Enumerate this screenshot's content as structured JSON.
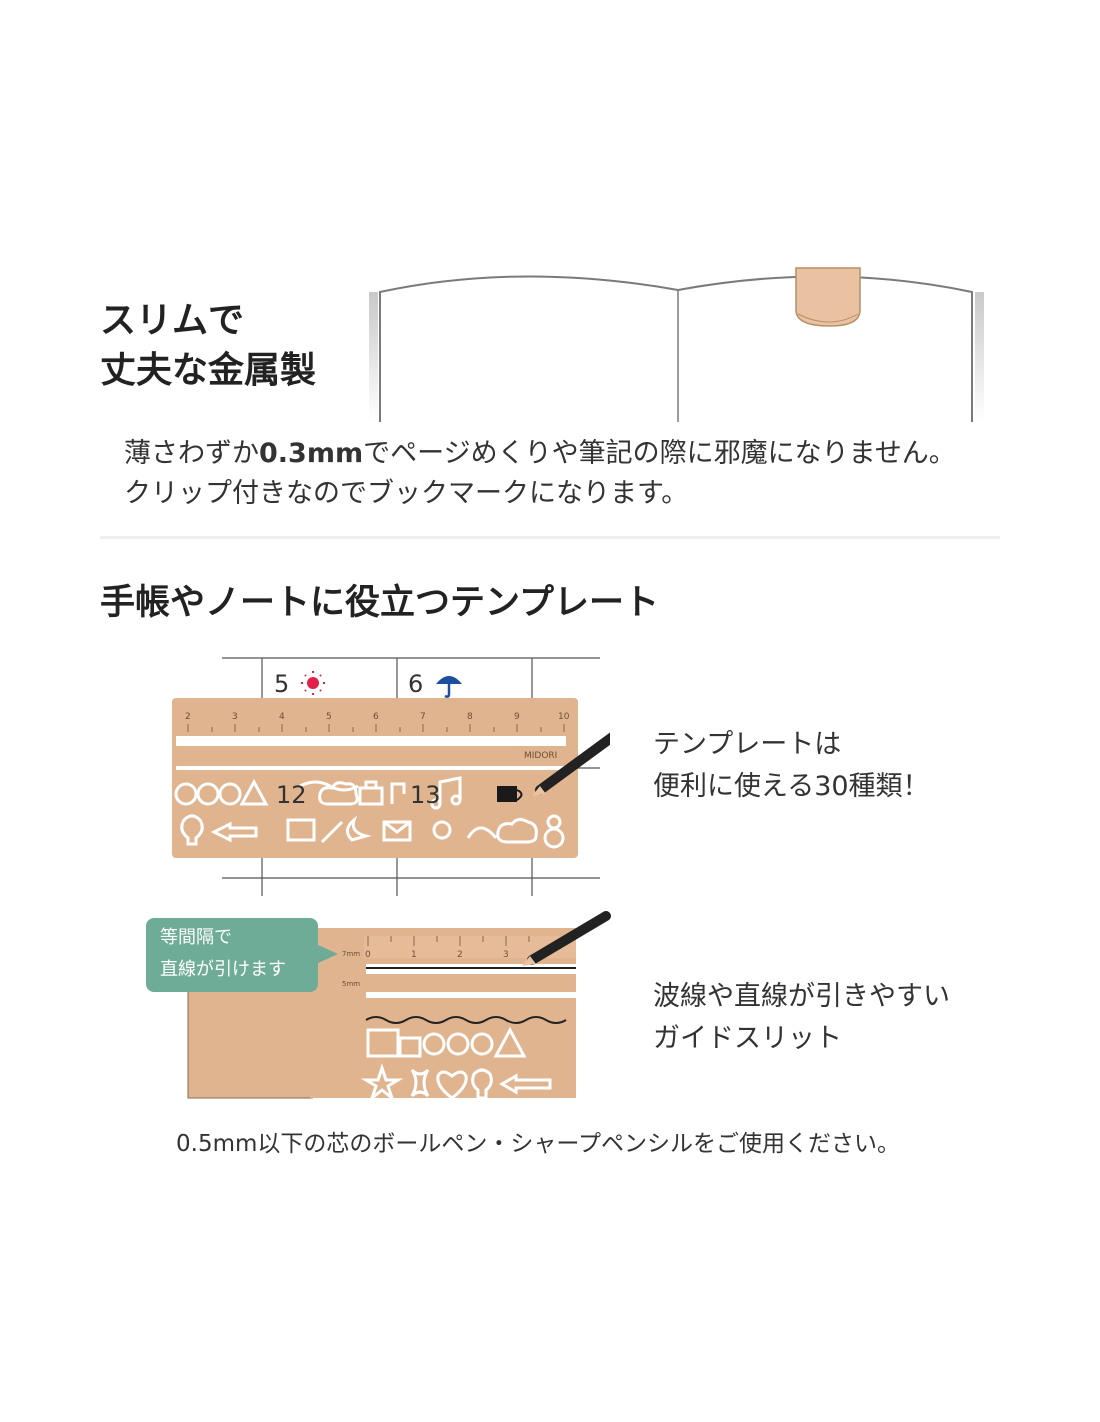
{
  "colors": {
    "brass": "#dfb48f",
    "brass_dark": "#b98c67",
    "bubble_green": "#6fac97",
    "sun_red": "#e2204a",
    "umbrella_blue": "#1c4f9c",
    "divider": "#efefef"
  },
  "section1": {
    "title_line1": "スリムで",
    "title_line2": "丈夫な金属製",
    "desc_line1_prefix": "薄さわずか",
    "desc_line1_bold": "0.3mm",
    "desc_line1_suffix": "でページめくりや筆記の際に邪魔になりません。",
    "desc_line2": "クリップ付きなのでブックマークになります。"
  },
  "section2": {
    "title": "手帳やノートに役立つテンプレート",
    "feature1_line1": "テンプレートは",
    "feature1_line2": "便利に使える30種類！",
    "feature2_line1": "波線や直線が引きやすい",
    "feature2_line2": "ガイドスリット",
    "bubble_line1": "等間隔で",
    "bubble_line2": "直線が引けます",
    "note": "0.5mm以下の芯のボールペン・シャープペンシルをご使用ください。"
  },
  "illustration1": {
    "day1": "5",
    "day2": "6",
    "day3": "12",
    "day4": "13",
    "ruler_ticks": [
      "2",
      "3",
      "4",
      "5",
      "6",
      "7",
      "8",
      "9",
      "10"
    ],
    "brand": "MIDORI",
    "icons": [
      "sun-icon",
      "umbrella-icon",
      "circle-icon",
      "triangle-icon",
      "arrow-icon",
      "cloud-icon",
      "bag-icon",
      "music-note-icon",
      "cup-icon",
      "lightbulb-icon",
      "envelope-icon",
      "flower-icon",
      "snowman-icon"
    ]
  },
  "illustration2": {
    "ruler_ticks": [
      "0",
      "1",
      "2",
      "3"
    ],
    "label_7mm": "7mm",
    "label_5mm": "5mm",
    "icons": [
      "square-icon",
      "circle-icon",
      "triangle-icon",
      "star-icon",
      "heart-icon",
      "lightbulb-icon",
      "arrow-icon"
    ]
  }
}
